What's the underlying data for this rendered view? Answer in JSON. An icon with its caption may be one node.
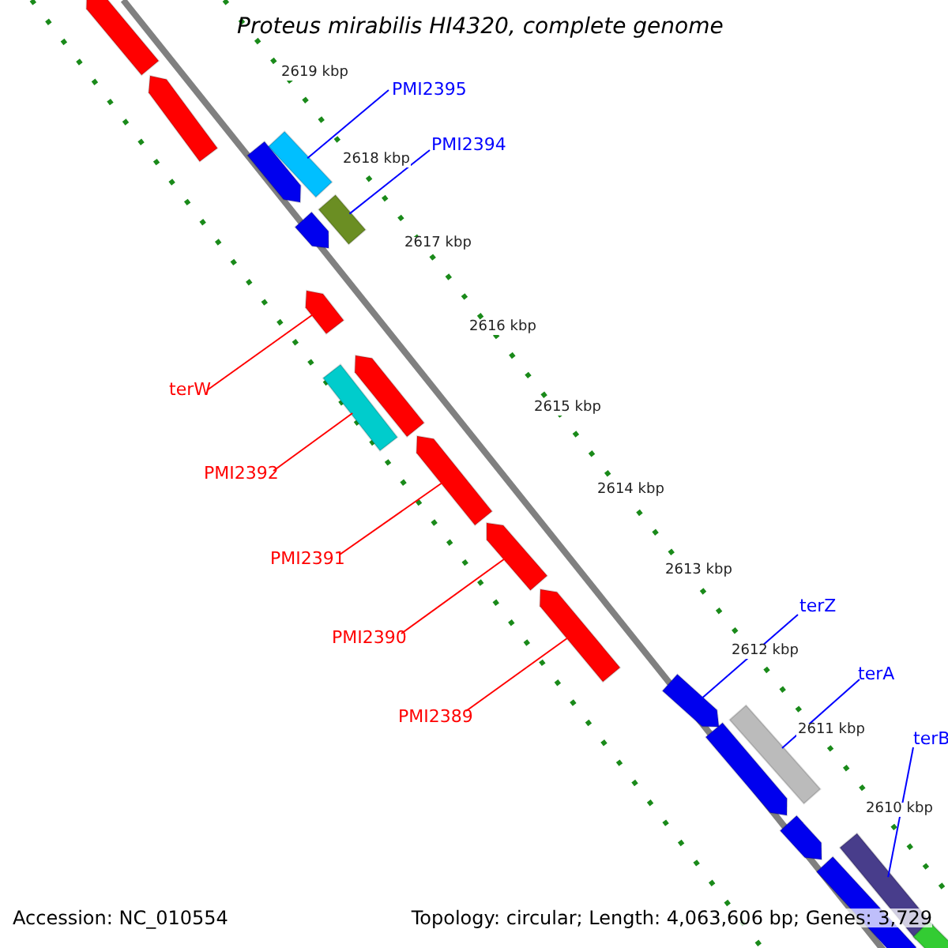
{
  "diagram": {
    "title": "Proteus mirabilis HI4320, complete genome",
    "nodes": [
      {
        "text": [
          "PMI2395"
        ]
      },
      {
        "text": [
          "PMI2394"
        ]
      },
      {
        "text": [
          "terW"
        ]
      },
      {
        "text": [
          "PMI2392"
        ]
      },
      {
        "text": [
          "PMI2391"
        ]
      },
      {
        "text": [
          "PMI2390"
        ]
      },
      {
        "text": [
          "PMI2389"
        ]
      },
      {
        "text": [
          "terZ"
        ]
      },
      {
        "text": [
          "terA"
        ]
      },
      {
        "text": [
          "terB"
        ]
      },
      {
        "text": [],
        "shape": "bar"
      },
      {
        "text": [],
        "shape": "bar"
      },
      {
        "text": [],
        "shape": "arrow"
      },
      {
        "text": [],
        "shape": "bar"
      },
      {
        "text": [],
        "shape": "arrow"
      },
      {
        "text": [],
        "shape": "arrow"
      },
      {
        "text": [],
        "shape": "arrow"
      },
      {
        "text": [],
        "shape": "arrow"
      },
      {
        "text": [],
        "shape": "bar"
      },
      {
        "text": [],
        "shape": "bar"
      },
      {
        "text": [],
        "shape": "arrow"
      },
      {
        "text": [],
        "shape": "arrow"
      },
      {
        "text": [],
        "shape": "arrow"
      },
      {
        "text": [],
        "shape": "arrow"
      },
      {
        "text": [],
        "shape": "arrow"
      },
      {
        "text": [],
        "shape": "arrow"
      },
      {
        "text": [],
        "shape": "arrow"
      },
      {
        "text": [],
        "shape": "arrow"
      },
      {
        "text": [],
        "shape": "arrow"
      }
    ],
    "edges": [
      {
        "from": 0,
        "to": 10,
        "arrow": "none",
        "color": "#0000ff"
      },
      {
        "from": 1,
        "to": 11,
        "arrow": "none",
        "color": "#0000ff"
      },
      {
        "from": 2,
        "to": 12,
        "arrow": "none",
        "color": "#ff0000"
      },
      {
        "from": 3,
        "to": 13,
        "arrow": "none",
        "color": "#ff0000"
      },
      {
        "from": 4,
        "to": 14,
        "arrow": "none",
        "color": "#ff0000"
      },
      {
        "from": 5,
        "to": 15,
        "arrow": "none",
        "color": "#ff0000"
      },
      {
        "from": 6,
        "to": 16,
        "arrow": "none",
        "color": "#ff0000"
      },
      {
        "from": 7,
        "to": 17,
        "arrow": "none",
        "color": "#0000ff"
      },
      {
        "from": 8,
        "to": 18,
        "arrow": "none",
        "color": "#0000ff"
      },
      {
        "from": 9,
        "to": 19,
        "arrow": "none",
        "color": "#0000ff"
      }
    ],
    "labels": [
      "2619 kbp",
      "2618 kbp",
      "2617 kbp",
      "2616 kbp",
      "2615 kbp",
      "2614 kbp",
      "2613 kbp",
      "2612 kbp",
      "2611 kbp",
      "2610 kbp",
      "Accession: NC_010554",
      "Topology: circular; Length: 4,063,606 bp; Genes: 3,729"
    ]
  }
}
